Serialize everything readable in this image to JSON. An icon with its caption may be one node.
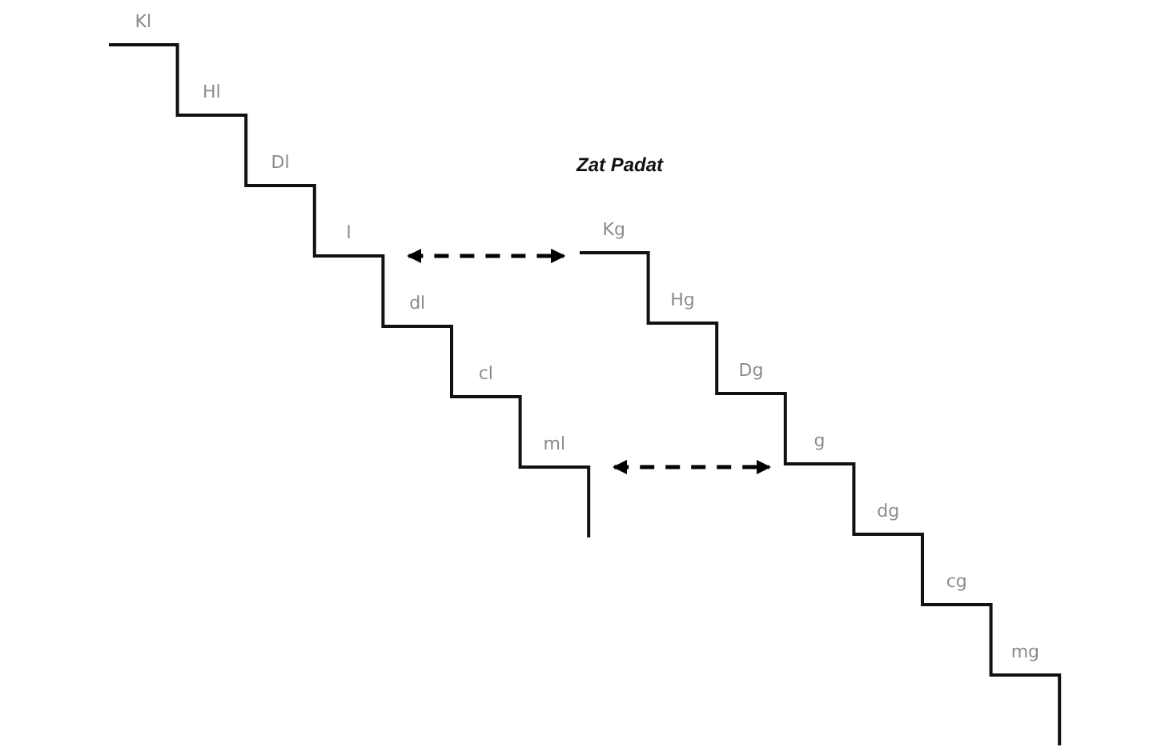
{
  "diagram": {
    "title": "Zat Padat",
    "nodes": [
      {
        "text": [
          "Kl"
        ]
      },
      {
        "text": [
          "Hl"
        ]
      },
      {
        "text": [
          "Dl"
        ]
      },
      {
        "text": [
          "l"
        ]
      },
      {
        "text": [
          "dl"
        ]
      },
      {
        "text": [
          "cl"
        ]
      },
      {
        "text": [
          "ml"
        ]
      },
      {
        "text": [
          "Kg"
        ]
      },
      {
        "text": [
          "Hg"
        ]
      },
      {
        "text": [
          "Dg"
        ]
      },
      {
        "text": [
          "g"
        ]
      },
      {
        "text": [
          "dg"
        ]
      },
      {
        "text": [
          "cg"
        ]
      },
      {
        "text": [
          "mg"
        ]
      }
    ],
    "edges": [
      {
        "from": 3,
        "to": 7,
        "arrow": "both",
        "style": "dashed"
      },
      {
        "from": 6,
        "to": 10,
        "arrow": "both",
        "style": "dashed"
      }
    ]
  }
}
